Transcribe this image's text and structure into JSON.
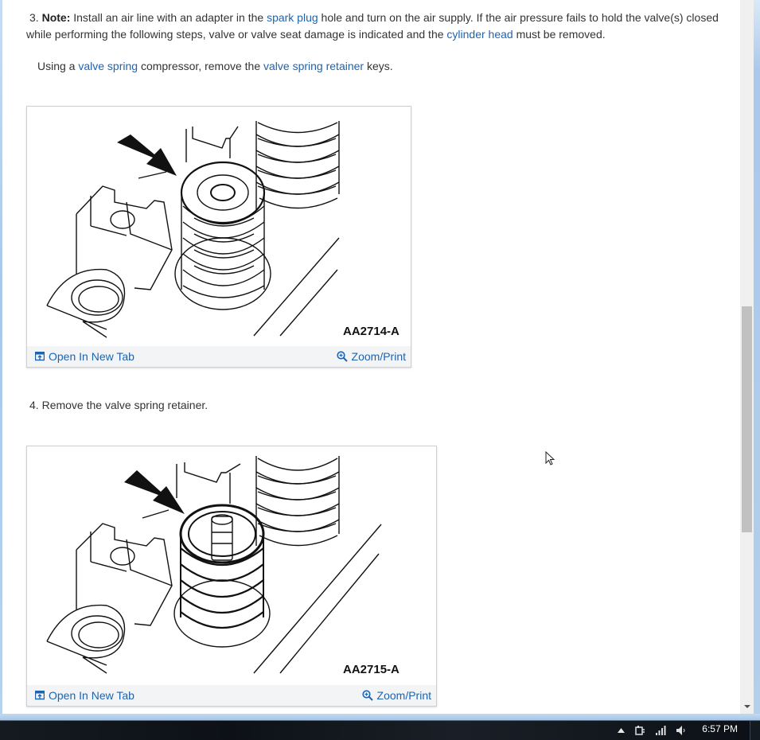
{
  "steps": [
    {
      "number": "3.",
      "note_label": "Note:",
      "note_text_parts": [
        {
          "text": " Install an air line with an adapter in the ",
          "link": false
        },
        {
          "text": "spark plug",
          "link": true
        },
        {
          "text": " hole and turn on the air supply. If the air pressure fails to hold the valve(s) closed while performing the following steps, valve or valve seat damage is indicated and the ",
          "link": false
        },
        {
          "text": "cylinder head",
          "link": true
        },
        {
          "text": " must be removed.",
          "link": false
        }
      ],
      "instruction_parts": [
        {
          "text": "Using a ",
          "link": false
        },
        {
          "text": "valve spring",
          "link": true
        },
        {
          "text": " compressor, remove the ",
          "link": false
        },
        {
          "text": "valve spring retainer",
          "link": true
        },
        {
          "text": " keys.",
          "link": false
        }
      ],
      "figure": {
        "code": "AA2714-A",
        "open_label": "Open In New Tab",
        "zoom_label": "Zoom/Print"
      }
    },
    {
      "number": "4.",
      "text": "Remove the valve spring retainer.",
      "figure": {
        "code": "AA2715-A",
        "open_label": "Open In New Tab",
        "zoom_label": "Zoom/Print"
      }
    }
  ],
  "taskbar": {
    "clock": "6:57 PM",
    "tray_icons": [
      "show-hidden-icons",
      "power-icon",
      "network-signal-icon",
      "volume-icon"
    ]
  },
  "colors": {
    "link": "#1e63b0",
    "text": "#333333",
    "figure_bar": "#f3f4f6"
  }
}
